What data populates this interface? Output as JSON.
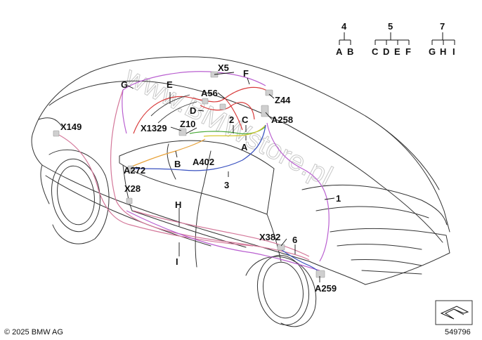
{
  "labels": {
    "X5": "X5",
    "F": "F",
    "G": "G",
    "E": "E",
    "A56": "A56",
    "Z44": "Z44",
    "D": "D",
    "C": "C",
    "two": "2",
    "A258": "A258",
    "Z10": "Z10",
    "X1329": "X1329",
    "X149": "X149",
    "A": "A",
    "B": "B",
    "A402": "A402",
    "A272": "A272",
    "three": "3",
    "X28": "X28",
    "one": "1",
    "H": "H",
    "X382": "X382",
    "six": "6",
    "I": "I",
    "A259": "A259"
  },
  "groups": {
    "g4": {
      "num": "4",
      "items": [
        "A",
        "B"
      ]
    },
    "g5": {
      "num": "5",
      "items": [
        "C",
        "D",
        "E",
        "F"
      ]
    },
    "g7": {
      "num": "7",
      "items": [
        "G",
        "H",
        "I"
      ]
    }
  },
  "watermark": "www.BMWstore.pl",
  "copyright": "© 2025 BMW AG",
  "diagram_id": "549796",
  "wire_colors": {
    "pink": "#d4789a",
    "violet": "#b95fd0",
    "red": "#d83a3a",
    "blue": "#3a52c0",
    "orange": "#e8a23a",
    "green": "#4caa3a",
    "yellow": "#d8c830"
  }
}
